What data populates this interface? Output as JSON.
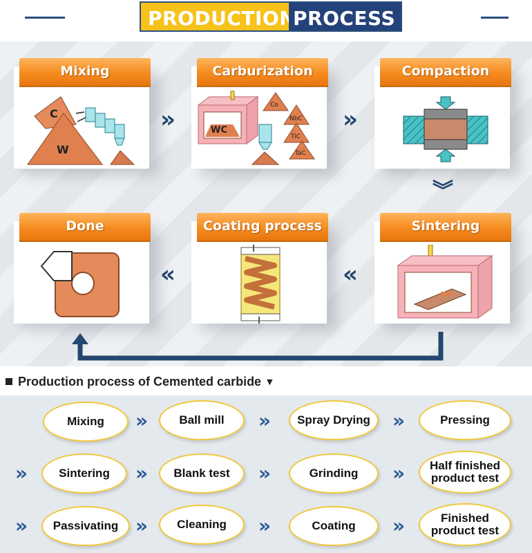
{
  "header": {
    "title_part1": "PRODUCTION",
    "title_part2": "PROCESS"
  },
  "flow": {
    "mixing": "Mixing",
    "carburization": "Carburization",
    "compaction": "Compaction",
    "sintering": "Sintering",
    "coating": "Coating process",
    "done": "Done",
    "mixing_labels": {
      "c": "C",
      "w": "W"
    },
    "carb_labels": {
      "wc": "WC",
      "co": "Co",
      "nbc": "NbC",
      "tic": "TiC",
      "tac": "TaC"
    },
    "arrow_right": "»",
    "arrow_left": "«",
    "arrow_down": "︾"
  },
  "section": {
    "title": "Production process of Cemented carbide",
    "caret": "▼"
  },
  "steps": [
    "Mixing",
    "Ball mill",
    "Spray Drying",
    "Pressing",
    "Sintering",
    "Blank test",
    "Grinding",
    "Half finished product test",
    "Passivating",
    "Cleaning",
    "Coating",
    "Finished product test"
  ],
  "chevron": "»",
  "colors": {
    "orange": "#f58b1f",
    "navy": "#24427a",
    "yellow": "#f7c21a",
    "pill_border": "#f1c83b"
  }
}
